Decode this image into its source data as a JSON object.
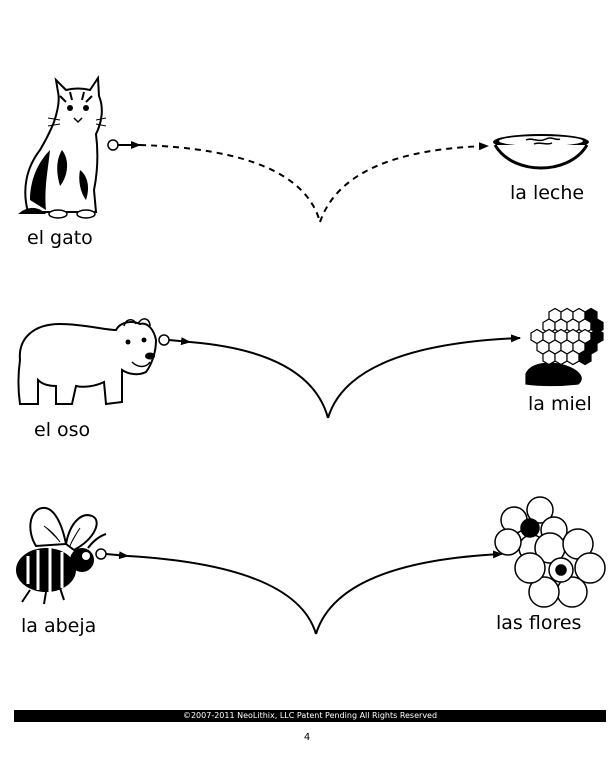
{
  "pairs": [
    {
      "left_word": "el gato",
      "right_word": "la leche",
      "left_icon": "cat-icon",
      "right_icon": "milk-bowl-icon",
      "line_style": "dashed"
    },
    {
      "left_word": "el oso",
      "right_word": "la miel",
      "left_icon": "bear-icon",
      "right_icon": "honeycomb-icon",
      "line_style": "solid"
    },
    {
      "left_word": "la abeja",
      "right_word": "las flores",
      "left_icon": "bee-icon",
      "right_icon": "flowers-icon",
      "line_style": "solid"
    }
  ],
  "footer": {
    "copyright": "©2007-2011  NeoLithix, LLC  Patent Pending  All Rights Reserved",
    "page_number": "4"
  },
  "colors": {
    "ink": "#000000",
    "paper": "#ffffff"
  }
}
